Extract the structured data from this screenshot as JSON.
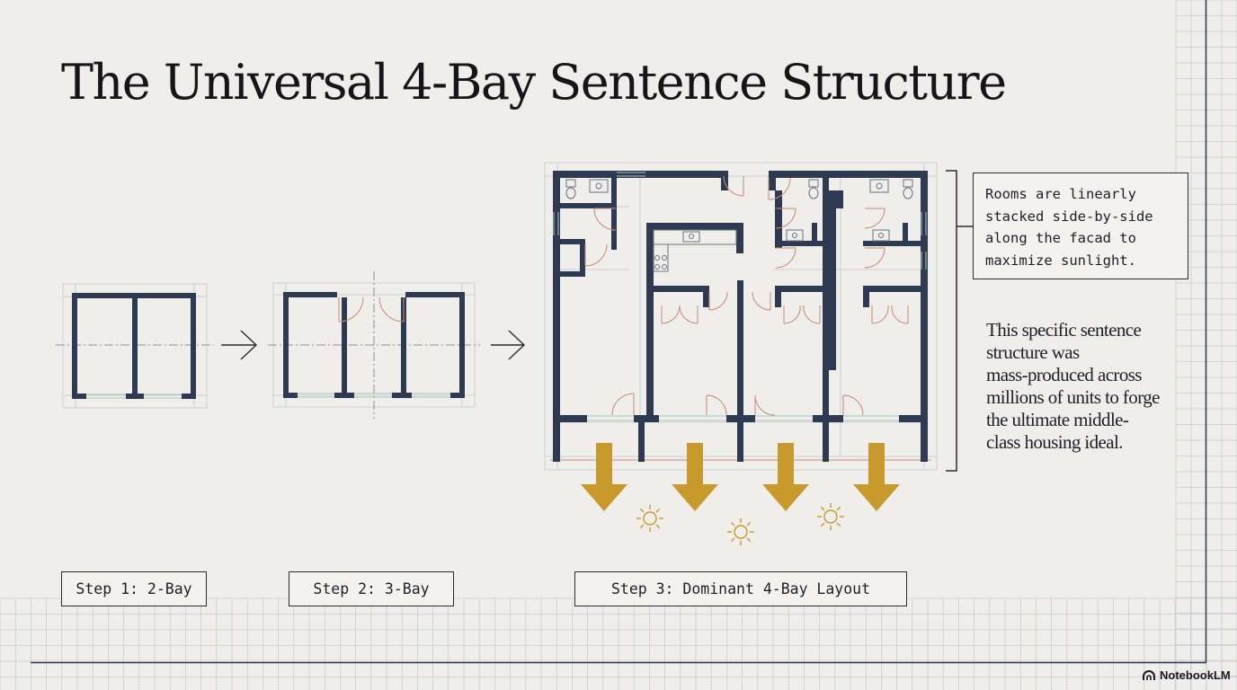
{
  "title": "The Universal 4-Bay Sentence Structure",
  "callout_lines": [
    "Rooms are linearly",
    "stacked side-by-side",
    "along the facad to",
    "maximize sunlight."
  ],
  "paragraph_lines": [
    "This specific sentence",
    "structure was",
    "mass-produced across",
    "millions of units to forge",
    "the ultimate middle-",
    "class housing ideal."
  ],
  "steps": [
    "Step 1: 2-Bay",
    "Step 2: 3-Bay",
    "Step 3: Dominant 4-Bay Layout"
  ],
  "brand": "NotebookLM",
  "icons": {
    "arrow": "right-arrow-icon",
    "sun_arrow": "down-arrow-icon",
    "sun": "sun-icon",
    "brand": "notebooklm-logo-icon"
  },
  "colors": {
    "background": "#efeeea",
    "wall": "#2e3a52",
    "grid": "#c9cdd6",
    "door": "#c98b76",
    "window": "#a9c6c0",
    "arrow": "#c89a2c",
    "text": "#16161a"
  }
}
